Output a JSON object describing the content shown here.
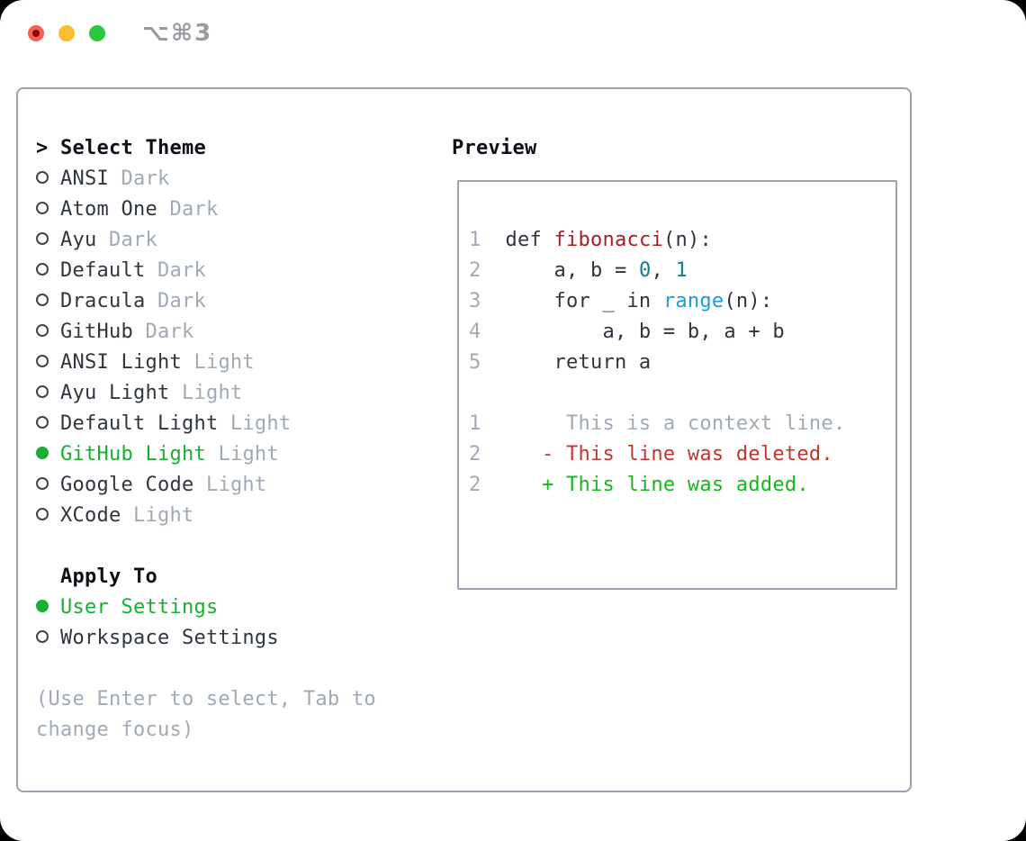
{
  "titlebar": {
    "shortcut": "⌥⌘3"
  },
  "colors": {
    "heading": "#0d1117",
    "text": "#2f3640",
    "muted": "#a0aab6",
    "green": "#17b02e",
    "added": "#16b71c",
    "deleted": "#c1372b",
    "func": "#a91e22",
    "number": "#0e7e8a",
    "builtin": "#1d9cd8",
    "code": "#2e3540",
    "panel_border": "#9aa3b0",
    "marker_ring": "#3d4450",
    "traffic_red": "#f75f58",
    "traffic_red_dot": "#8c0700",
    "traffic_yellow": "#fcbd2e",
    "traffic_green": "#2bc840"
  },
  "theme_panel": {
    "header_prefix": "> ",
    "header_label": "Select Theme",
    "items": [
      {
        "name": "ANSI",
        "variant": "Dark",
        "selected": false
      },
      {
        "name": "Atom One",
        "variant": "Dark",
        "selected": false
      },
      {
        "name": "Ayu",
        "variant": "Dark",
        "selected": false
      },
      {
        "name": "Default",
        "variant": "Dark",
        "selected": false
      },
      {
        "name": "Dracula",
        "variant": "Dark",
        "selected": false
      },
      {
        "name": "GitHub",
        "variant": "Dark",
        "selected": false
      },
      {
        "name": "ANSI Light",
        "variant": "Light",
        "selected": false
      },
      {
        "name": "Ayu Light",
        "variant": "Light",
        "selected": false
      },
      {
        "name": "Default Light",
        "variant": "Light",
        "selected": false
      },
      {
        "name": "GitHub Light",
        "variant": "Light",
        "selected": true
      },
      {
        "name": "Google Code",
        "variant": "Light",
        "selected": false
      },
      {
        "name": "XCode",
        "variant": "Light",
        "selected": false
      }
    ],
    "apply_to": {
      "label": "Apply To",
      "options": [
        {
          "name": "User Settings",
          "selected": true
        },
        {
          "name": "Workspace Settings",
          "selected": false
        }
      ]
    },
    "help_lines": [
      "(Use Enter to select, Tab to",
      "change focus)"
    ]
  },
  "preview": {
    "title": "Preview",
    "lines": [
      {
        "kind": "code",
        "segs": [
          {
            "t": "1",
            "c": "muted"
          },
          {
            "t": "  def ",
            "c": "code"
          },
          {
            "t": "fibonacci",
            "c": "func"
          },
          {
            "t": "(n):",
            "c": "code"
          }
        ]
      },
      {
        "kind": "code",
        "segs": [
          {
            "t": "2",
            "c": "muted"
          },
          {
            "t": "      a, b = ",
            "c": "code"
          },
          {
            "t": "0",
            "c": "number"
          },
          {
            "t": ", ",
            "c": "code"
          },
          {
            "t": "1",
            "c": "number"
          }
        ]
      },
      {
        "kind": "code",
        "segs": [
          {
            "t": "3",
            "c": "muted"
          },
          {
            "t": "      for _ in ",
            "c": "code"
          },
          {
            "t": "range",
            "c": "builtin"
          },
          {
            "t": "(n):",
            "c": "code"
          }
        ]
      },
      {
        "kind": "code",
        "segs": [
          {
            "t": "4",
            "c": "muted"
          },
          {
            "t": "          a, b = b, a + b",
            "c": "code"
          }
        ]
      },
      {
        "kind": "code",
        "segs": [
          {
            "t": "5",
            "c": "muted"
          },
          {
            "t": "      return a",
            "c": "code"
          }
        ]
      },
      {
        "kind": "blank",
        "segs": []
      },
      {
        "kind": "diff-context",
        "segs": [
          {
            "t": "1       This is a context line.",
            "c": "muted"
          }
        ]
      },
      {
        "kind": "diff-deleted",
        "segs": [
          {
            "t": "2",
            "c": "muted"
          },
          {
            "t": "     - This line was deleted.",
            "c": "deleted"
          }
        ]
      },
      {
        "kind": "diff-added",
        "segs": [
          {
            "t": "2",
            "c": "muted"
          },
          {
            "t": "     + This line was added.",
            "c": "added"
          }
        ]
      }
    ]
  }
}
